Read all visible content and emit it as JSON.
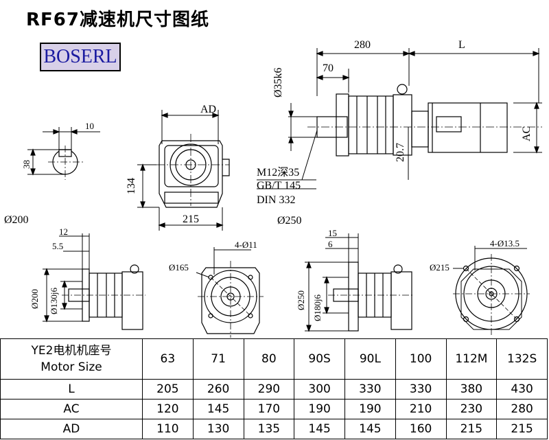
{
  "title": "RF67减速机尺寸图纸",
  "brand": "BOSERL",
  "labels": {
    "dim_280": "280",
    "dim_L": "L",
    "dim_70": "70",
    "shaft_dia": "Ø35k6",
    "dim_207": "20.7",
    "dim_AC": "AC",
    "thread_1": "M12深35",
    "thread_2": "GB/T 145",
    "thread_3": "DIN 332",
    "dim_AD": "AD",
    "dim_134": "134",
    "dim_215": "215",
    "key_10": "10",
    "key_38": "38",
    "flange_200": "Ø200",
    "flange_250": "Ø250",
    "f1_12": "12",
    "f1_55": "5.5",
    "f1_d200": "Ø200",
    "f1_d130": "Ø130j6",
    "f1_d165": "Ø165",
    "f1_holes": "4-Ø11",
    "f2_15": "15",
    "f2_6": "6",
    "f2_d250": "Ø250",
    "f2_d180": "Ø180j6",
    "f2_d215": "Ø215",
    "f2_holes": "4-Ø13.5"
  },
  "table": {
    "header_line1": "YE2电机机座号",
    "header_line2": "Motor Size",
    "sizes": [
      "63",
      "71",
      "80",
      "90S",
      "90L",
      "100",
      "112M",
      "132S"
    ],
    "rows": [
      {
        "label": "L",
        "values": [
          "205",
          "260",
          "290",
          "300",
          "330",
          "330",
          "380",
          "430"
        ]
      },
      {
        "label": "AC",
        "values": [
          "120",
          "145",
          "170",
          "190",
          "190",
          "210",
          "230",
          "280"
        ]
      },
      {
        "label": "AD",
        "values": [
          "110",
          "130",
          "135",
          "145",
          "145",
          "160",
          "215",
          "215"
        ]
      }
    ]
  }
}
